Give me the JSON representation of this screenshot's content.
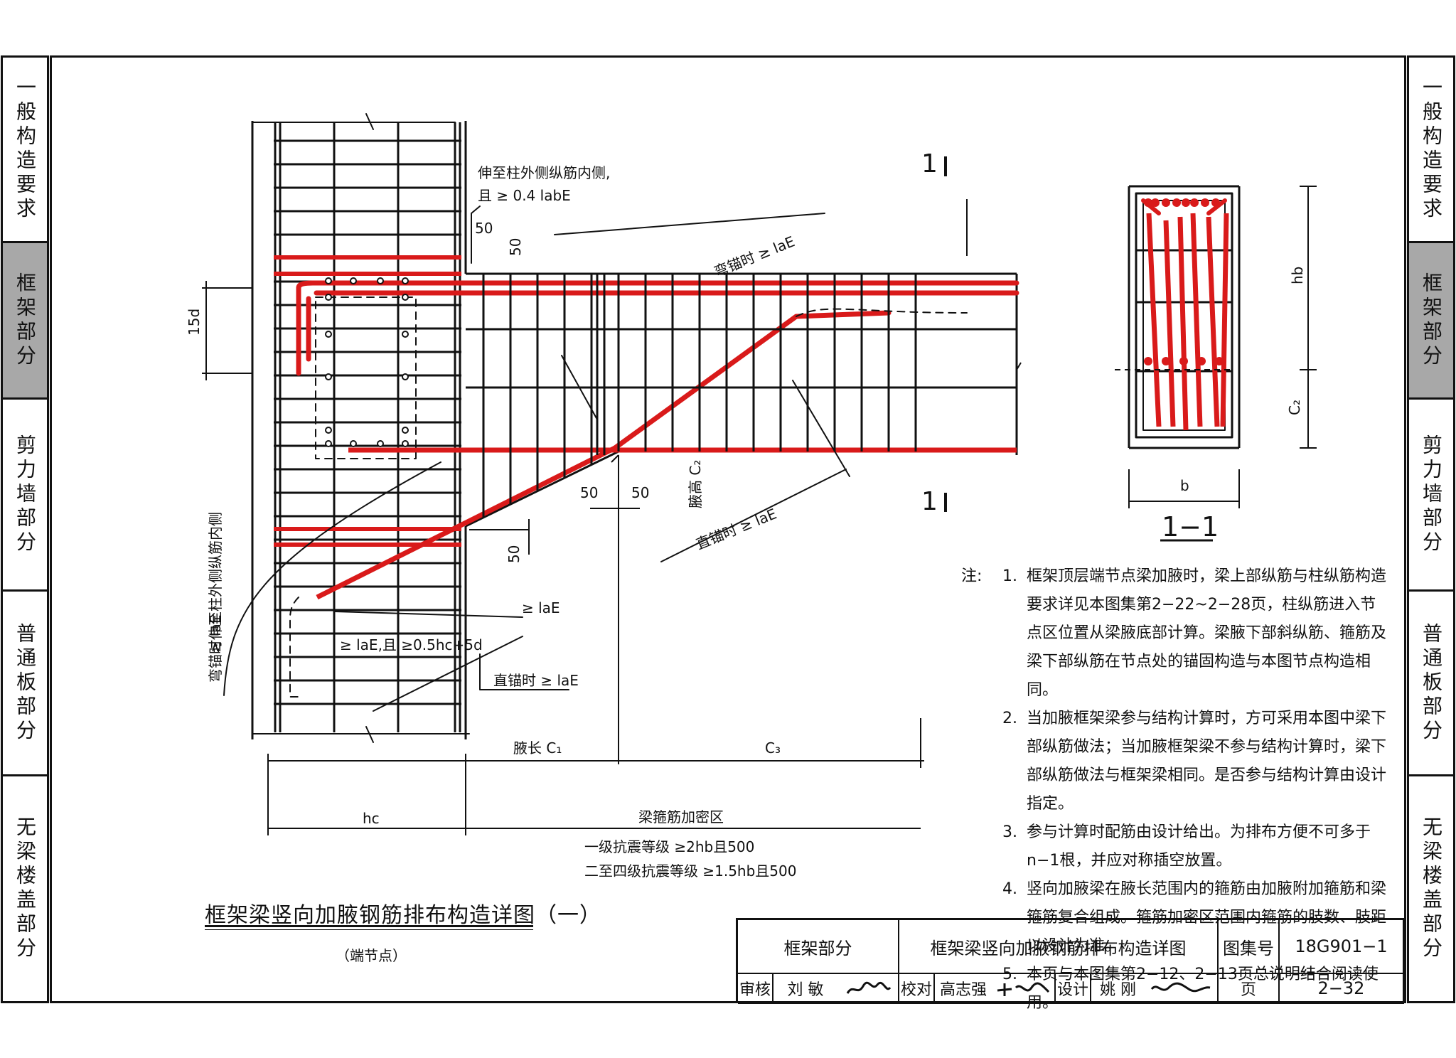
{
  "left_tabs": [
    {
      "label": "一般构造要求",
      "active": false
    },
    {
      "label": "框架部分",
      "active": true
    },
    {
      "label": "剪力墙部分",
      "active": false
    },
    {
      "label": "普通板部分",
      "active": false
    },
    {
      "label": "无梁楼盖部分",
      "active": false
    }
  ],
  "right_tabs": [
    {
      "label": "一般构造要求",
      "active": false
    },
    {
      "label": "框架部分",
      "active": true
    },
    {
      "label": "剪力墙部分",
      "active": false
    },
    {
      "label": "普通板部分",
      "active": false
    },
    {
      "label": "无梁楼盖部分",
      "active": false
    }
  ],
  "colors": {
    "rebar": "#d91a1a",
    "line": "#111111",
    "active_tab": "#a8a8a8"
  },
  "drawing": {
    "label_extend_outer_line1": "伸至柱外侧纵筋内侧,",
    "label_extend_outer_line2": "且 ≥ 0.4 labE",
    "dim_50_a": "50",
    "dim_50_b": "50",
    "dim_50_c": "50",
    "dim_50_d": "50",
    "dim_50_e": "50",
    "dim_15d": "15d",
    "label_bend_anchor_top": "弯锚时 ≥ laE",
    "section_mark_top": "1",
    "section_mark_bottom": "1",
    "label_haunch_height": "腋高 C₂",
    "label_straight_anchor_right": "直锚时 ≥ laE",
    "label_left_vertical_line1": "弯锚时伸至柱外侧纵筋内侧",
    "label_left_vertical_line2": "≥ laE",
    "label_ge_lae": "≥ laE",
    "label_ge_lae_combo": "≥ laE,且 ≥0.5hc+5d",
    "label_straight_anchor_lower": "直锚时 ≥ laE",
    "dim_haunch_length": "腋长 C₁",
    "dim_c3": "C₃",
    "dim_hc": "hc",
    "dim_dense_zone": "梁箍筋加密区",
    "dense_rule_1": "一级抗震等级  ≥2hb且500",
    "dense_rule_2": "二至四级抗震等级  ≥1.5hb且500"
  },
  "section": {
    "label_hb": "hb",
    "label_c2": "C₂",
    "label_b": "b",
    "title": "1−1"
  },
  "notes": [
    {
      "prefix": "注:",
      "num": "1.",
      "text": "框架顶层端节点梁加腋时，梁上部纵筋与柱纵筋构造要求详见本图集第2−22~2−28页，柱纵筋进入节点区位置从梁腋底部计算。梁腋下部斜纵筋、箍筋及梁下部纵筋在节点处的锚固构造与本图节点构造相同。"
    },
    {
      "prefix": "",
      "num": "2.",
      "text": "当加腋框架梁参与结构计算时，方可采用本图中梁下部纵筋做法；当加腋框架梁不参与结构计算时，梁下部纵筋做法与框架梁相同。是否参与结构计算由设计指定。"
    },
    {
      "prefix": "",
      "num": "3.",
      "text": "参与计算时配筋由设计给出。为排布方便不可多于n−1根，并应对称插空放置。"
    },
    {
      "prefix": "",
      "num": "4.",
      "text": "竖向加腋梁在腋长范围内的箍筋由加腋附加箍筋和梁箍筋复合组成。箍筋加密区范围内箍筋的肢数、肢距以设计为准。"
    },
    {
      "prefix": "",
      "num": "5.",
      "text": "本页与本图集第2−12、2−13页总说明结合阅读使用。"
    }
  ],
  "figure": {
    "title": "框架梁竖向加腋钢筋排布构造详图（一）",
    "subtitle": "（端节点）"
  },
  "title_block": {
    "section": "框架部分",
    "drawing_title": "框架梁竖向加腋钢筋排布构造详图",
    "atlas_label": "图集号",
    "atlas_no": "18G901−1",
    "review_label": "审核",
    "reviewer": "刘 敏",
    "check_label": "校对",
    "checker": "高志强",
    "design_label": "设计",
    "designer": "姚 刚",
    "page_label": "页",
    "page_no": "2−32"
  }
}
